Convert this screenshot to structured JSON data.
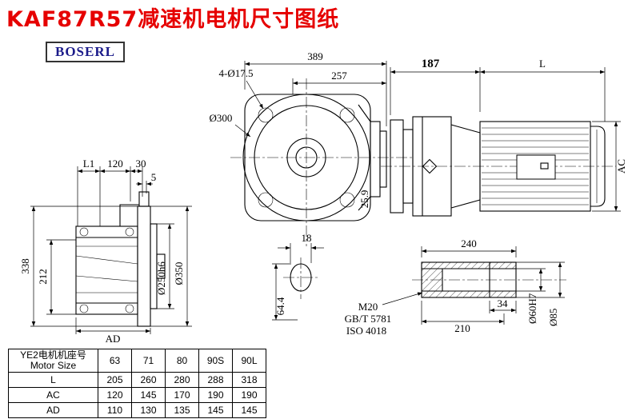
{
  "title": "KAF87R57减速机电机尺寸图纸",
  "logo": "BOSERL",
  "colors": {
    "title_red": "#e60000",
    "logo_blue": "#1b1b8a",
    "line": "#000000"
  },
  "front_view": {
    "dim_389": "389",
    "dim_257": "257",
    "dim_holes": "4-Ø17.5",
    "dim_flange": "Ø300",
    "dim_25_9": "25.9",
    "dim_18": "18",
    "dim_64_4": "64.4"
  },
  "side_view": {
    "dim_L1": "L1",
    "dim_120": "120",
    "dim_30": "30",
    "dim_5": "5",
    "dim_338": "338",
    "dim_212": "212",
    "dim_AD": "AD",
    "dim_250": "Ø250h6",
    "dim_350": "Ø350"
  },
  "motor_view": {
    "dim_187": "187",
    "dim_L": "L",
    "dim_AC": "AC"
  },
  "shaft_detail": {
    "dim_240": "240",
    "dim_34": "34",
    "dim_210": "210",
    "dim_60": "Ø60H7",
    "dim_85": "Ø85",
    "note_m20": "M20",
    "note_gb": "GB/T 5781",
    "note_iso": "ISO 4018"
  },
  "table": {
    "header": {
      "cn": "YE2电机机座号",
      "en": "Motor Size"
    },
    "columns": [
      "63",
      "71",
      "80",
      "90S",
      "90L"
    ],
    "rows": [
      {
        "label": "L",
        "values": [
          "205",
          "260",
          "280",
          "288",
          "318"
        ]
      },
      {
        "label": "AC",
        "values": [
          "120",
          "145",
          "170",
          "190",
          "190"
        ]
      },
      {
        "label": "AD",
        "values": [
          "110",
          "130",
          "135",
          "145",
          "145"
        ]
      }
    ]
  }
}
